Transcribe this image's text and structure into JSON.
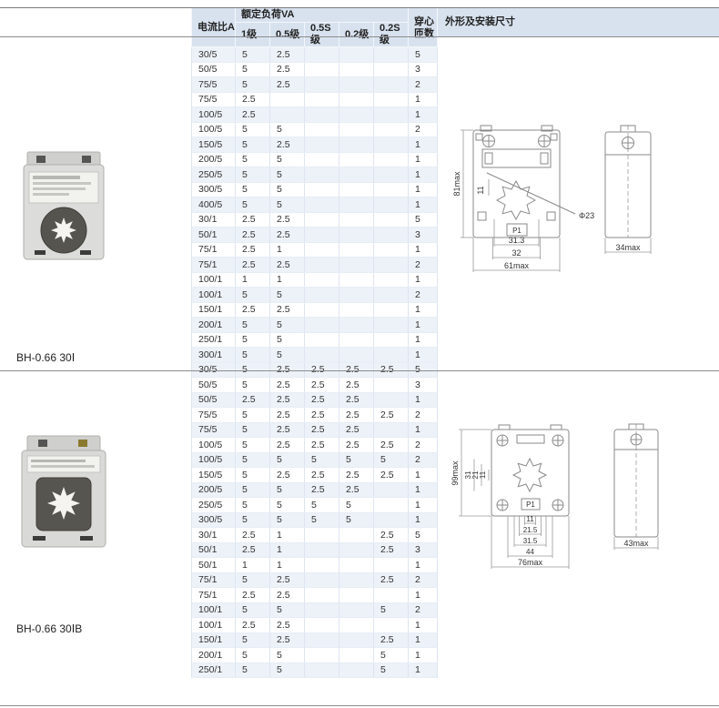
{
  "table_header": {
    "current_ratio": "电流比A",
    "rated_load": "额定负荷VA",
    "classes": [
      "1级",
      "0.5级",
      "0.5S级",
      "0.2级",
      "0.2S级"
    ],
    "turns_l1": "穿心",
    "turns_l2": "匝数",
    "dimensions_title": "外形及安装尺寸"
  },
  "products": [
    {
      "model": "BH-0.66 30Ⅰ",
      "rows": [
        {
          "ratio": "30/5",
          "v": [
            "5",
            "2.5",
            "",
            "",
            ""
          ],
          "turns": "5"
        },
        {
          "ratio": "50/5",
          "v": [
            "5",
            "2.5",
            "",
            "",
            ""
          ],
          "turns": "3"
        },
        {
          "ratio": "75/5",
          "v": [
            "5",
            "2.5",
            "",
            "",
            ""
          ],
          "turns": "2"
        },
        {
          "ratio": "75/5",
          "v": [
            "2.5",
            "",
            "",
            "",
            ""
          ],
          "turns": "1"
        },
        {
          "ratio": "100/5",
          "v": [
            "2.5",
            "",
            "",
            "",
            ""
          ],
          "turns": "1"
        },
        {
          "ratio": "100/5",
          "v": [
            "5",
            "5",
            "",
            "",
            ""
          ],
          "turns": "2"
        },
        {
          "ratio": "150/5",
          "v": [
            "5",
            "2.5",
            "",
            "",
            ""
          ],
          "turns": "1"
        },
        {
          "ratio": "200/5",
          "v": [
            "5",
            "5",
            "",
            "",
            ""
          ],
          "turns": "1"
        },
        {
          "ratio": "250/5",
          "v": [
            "5",
            "5",
            "",
            "",
            ""
          ],
          "turns": "1"
        },
        {
          "ratio": "300/5",
          "v": [
            "5",
            "5",
            "",
            "",
            ""
          ],
          "turns": "1"
        },
        {
          "ratio": "400/5",
          "v": [
            "5",
            "5",
            "",
            "",
            ""
          ],
          "turns": "1"
        },
        {
          "ratio": "30/1",
          "v": [
            "2.5",
            "2.5",
            "",
            "",
            ""
          ],
          "turns": "5"
        },
        {
          "ratio": "50/1",
          "v": [
            "2.5",
            "2.5",
            "",
            "",
            ""
          ],
          "turns": "3"
        },
        {
          "ratio": "75/1",
          "v": [
            "2.5",
            "1",
            "",
            "",
            ""
          ],
          "turns": "1"
        },
        {
          "ratio": "75/1",
          "v": [
            "2.5",
            "2.5",
            "",
            "",
            ""
          ],
          "turns": "2"
        },
        {
          "ratio": "100/1",
          "v": [
            "1",
            "1",
            "",
            "",
            ""
          ],
          "turns": "1"
        },
        {
          "ratio": "100/1",
          "v": [
            "5",
            "5",
            "",
            "",
            ""
          ],
          "turns": "2"
        },
        {
          "ratio": "150/1",
          "v": [
            "2.5",
            "2.5",
            "",
            "",
            ""
          ],
          "turns": "1"
        },
        {
          "ratio": "200/1",
          "v": [
            "5",
            "5",
            "",
            "",
            ""
          ],
          "turns": "1"
        },
        {
          "ratio": "250/1",
          "v": [
            "5",
            "5",
            "",
            "",
            ""
          ],
          "turns": "1"
        },
        {
          "ratio": "300/1",
          "v": [
            "5",
            "5",
            "",
            "",
            ""
          ],
          "turns": "1"
        }
      ]
    },
    {
      "model": "BH-0.66 30ⅠB",
      "rows": [
        {
          "ratio": "30/5",
          "v": [
            "5",
            "2.5",
            "2.5",
            "2.5",
            "2.5"
          ],
          "turns": "5"
        },
        {
          "ratio": "50/5",
          "v": [
            "5",
            "2.5",
            "2.5",
            "2.5",
            ""
          ],
          "turns": "3"
        },
        {
          "ratio": "50/5",
          "v": [
            "2.5",
            "2.5",
            "2.5",
            "2.5",
            ""
          ],
          "turns": "1"
        },
        {
          "ratio": "75/5",
          "v": [
            "5",
            "2.5",
            "2.5",
            "2.5",
            "2.5"
          ],
          "turns": "2"
        },
        {
          "ratio": "75/5",
          "v": [
            "5",
            "2.5",
            "2.5",
            "2.5",
            ""
          ],
          "turns": "1"
        },
        {
          "ratio": "100/5",
          "v": [
            "5",
            "2.5",
            "2.5",
            "2.5",
            "2.5"
          ],
          "turns": "2"
        },
        {
          "ratio": "100/5",
          "v": [
            "5",
            "5",
            "5",
            "5",
            "5"
          ],
          "turns": "2"
        },
        {
          "ratio": "150/5",
          "v": [
            "5",
            "2.5",
            "2.5",
            "2.5",
            "2.5"
          ],
          "turns": "1"
        },
        {
          "ratio": "200/5",
          "v": [
            "5",
            "5",
            "2.5",
            "2.5",
            ""
          ],
          "turns": "1"
        },
        {
          "ratio": "250/5",
          "v": [
            "5",
            "5",
            "5",
            "5",
            ""
          ],
          "turns": "1"
        },
        {
          "ratio": "300/5",
          "v": [
            "5",
            "5",
            "5",
            "5",
            ""
          ],
          "turns": "1"
        },
        {
          "ratio": "30/1",
          "v": [
            "2.5",
            "1",
            "",
            "",
            "2.5"
          ],
          "turns": "5"
        },
        {
          "ratio": "50/1",
          "v": [
            "2.5",
            "1",
            "",
            "",
            "2.5"
          ],
          "turns": "3"
        },
        {
          "ratio": "50/1",
          "v": [
            "1",
            "1",
            "",
            "",
            ""
          ],
          "turns": "1"
        },
        {
          "ratio": "75/1",
          "v": [
            "5",
            "2.5",
            "",
            "",
            "2.5"
          ],
          "turns": "2"
        },
        {
          "ratio": "75/1",
          "v": [
            "2.5",
            "2.5",
            "",
            "",
            ""
          ],
          "turns": "1"
        },
        {
          "ratio": "100/1",
          "v": [
            "5",
            "5",
            "",
            "",
            "5"
          ],
          "turns": "2"
        },
        {
          "ratio": "100/1",
          "v": [
            "2.5",
            "2.5",
            "",
            "",
            ""
          ],
          "turns": "1"
        },
        {
          "ratio": "150/1",
          "v": [
            "5",
            "2.5",
            "",
            "",
            "2.5"
          ],
          "turns": "1"
        },
        {
          "ratio": "200/1",
          "v": [
            "5",
            "5",
            "",
            "",
            "5"
          ],
          "turns": "1"
        },
        {
          "ratio": "250/1",
          "v": [
            "5",
            "5",
            "",
            "",
            "5"
          ],
          "turns": "1"
        }
      ]
    }
  ],
  "drawings": {
    "d1": {
      "dim_height": "81max",
      "dim_offset": "11",
      "dim_hole": "Φ23",
      "label_p1": "P1",
      "dim_inner_width": "31.3",
      "dim_hole_width": "32",
      "dim_width": "61max",
      "dim_depth": "34max"
    },
    "d2": {
      "dim_height": "99max",
      "dim_v1": "31",
      "dim_v2": "21",
      "dim_v3": "11",
      "label_p1": "P1",
      "dim_b1": "11",
      "dim_b2": "21.5",
      "dim_b3": "31.5",
      "dim_b4": "44",
      "dim_b5": "76max",
      "dim_depth": "43max"
    }
  }
}
